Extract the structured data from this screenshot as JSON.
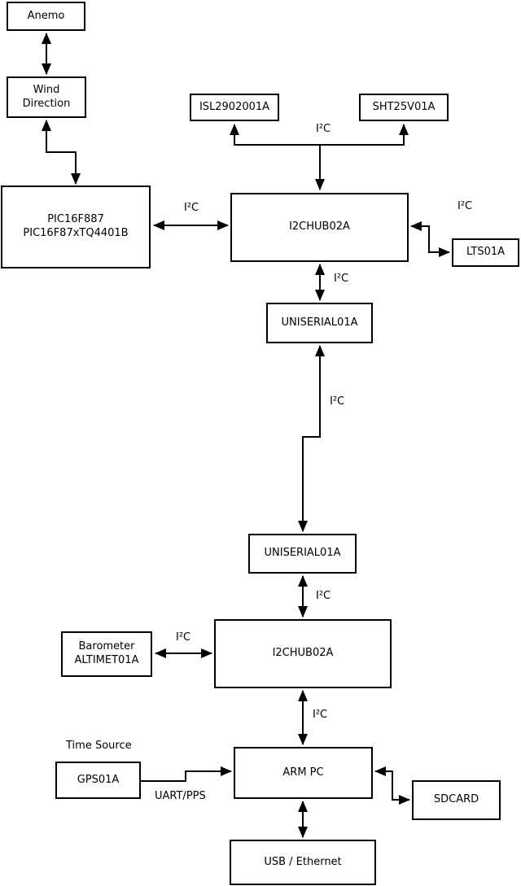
{
  "nodes": {
    "anemo": {
      "label": "Anemo"
    },
    "wind_direction": {
      "line1": "Wind",
      "line2": "Direction"
    },
    "pic": {
      "line1": "PIC16F887",
      "line2": "PIC16F87xTQ4401B"
    },
    "isl": {
      "label": "ISL2902001A"
    },
    "sht": {
      "label": "SHT25V01A"
    },
    "i2chub_top": {
      "label": "I2CHUB02A"
    },
    "lts": {
      "label": "LTS01A"
    },
    "uniserial_top": {
      "label": "UNISERIAL01A"
    },
    "uniserial_bottom": {
      "label": "UNISERIAL01A"
    },
    "barometer": {
      "line1": "Barometer",
      "line2": "ALTIMET01A"
    },
    "i2chub_bottom": {
      "label": "I2CHUB02A"
    },
    "gps": {
      "label": "GPS01A"
    },
    "arm_pc": {
      "label": "ARM PC"
    },
    "sdcard": {
      "label": "SDCARD"
    },
    "usb_ethernet": {
      "label": "USB / Ethernet"
    }
  },
  "edge_labels": {
    "i2c_pic_hub": "I²C",
    "i2c_sensors": "I²C",
    "i2c_lts": "I²C",
    "i2c_hub_uniserial": "I²C",
    "i2c_backbone": "I²C",
    "i2c_uniserial_hub": "I²C",
    "i2c_barometer": "I²C",
    "i2c_hub_arm": "I²C",
    "time_source": "Time Source",
    "uart_pps": "UART/PPS"
  },
  "colors": {
    "line": "#000000",
    "background": "#ffffff",
    "box_border": "#000000",
    "box_fill": "#ffffff"
  }
}
